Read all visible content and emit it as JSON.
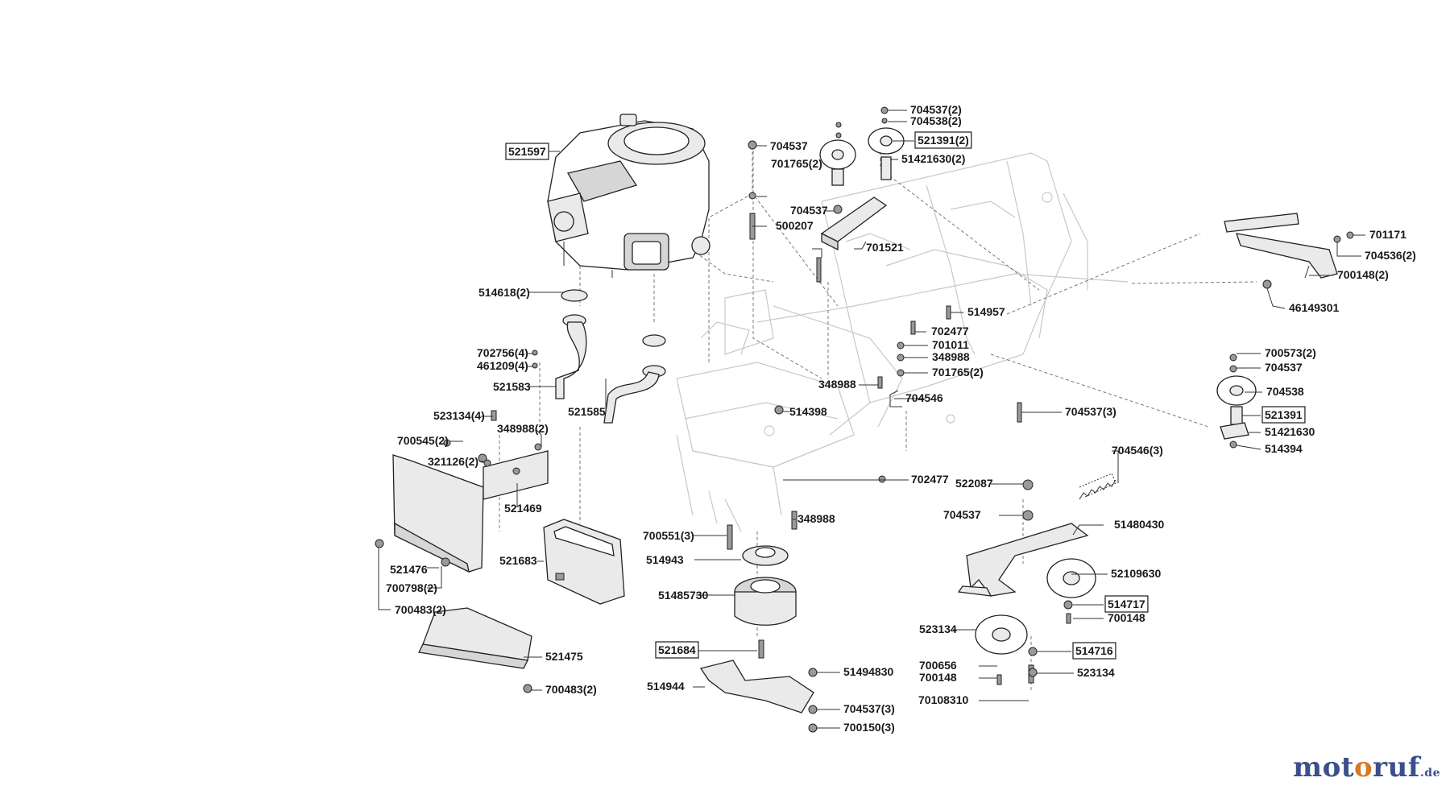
{
  "labels": [
    {
      "text": "521597",
      "boxed": true
    },
    {
      "text": "514618(2)"
    },
    {
      "text": "702756(4)"
    },
    {
      "text": "461209(4)"
    },
    {
      "text": "521583"
    },
    {
      "text": "521585"
    },
    {
      "text": "523134(4)"
    },
    {
      "text": "348988(2)"
    },
    {
      "text": "700545(2)"
    },
    {
      "text": "321126(2)"
    },
    {
      "text": "521469"
    },
    {
      "text": "521683"
    },
    {
      "text": "521476"
    },
    {
      "text": "700798(2)"
    },
    {
      "text": "700483(2)"
    },
    {
      "text": "521475"
    },
    {
      "text": "700483(2)"
    },
    {
      "text": "704537"
    },
    {
      "text": "704537(2)"
    },
    {
      "text": "704538(2)"
    },
    {
      "text": "521391(2)",
      "boxed": true
    },
    {
      "text": "51421630(2)"
    },
    {
      "text": "701765(2)"
    },
    {
      "text": "704537"
    },
    {
      "text": "500207"
    },
    {
      "text": "701521"
    },
    {
      "text": "514957"
    },
    {
      "text": "702477"
    },
    {
      "text": "701011"
    },
    {
      "text": "348988"
    },
    {
      "text": "701765(2)"
    },
    {
      "text": "348988"
    },
    {
      "text": "704546"
    },
    {
      "text": "514398"
    },
    {
      "text": "704537(3)"
    },
    {
      "text": "702477"
    },
    {
      "text": "348988"
    },
    {
      "text": "700551(3)"
    },
    {
      "text": "514943"
    },
    {
      "text": "51485730"
    },
    {
      "text": "521684",
      "boxed": true
    },
    {
      "text": "514944"
    },
    {
      "text": "51494830"
    },
    {
      "text": "704537(3)"
    },
    {
      "text": "700150(3)"
    },
    {
      "text": "704546(3)"
    },
    {
      "text": "522087"
    },
    {
      "text": "704537"
    },
    {
      "text": "51480430"
    },
    {
      "text": "52109630"
    },
    {
      "text": "514717",
      "boxed": true
    },
    {
      "text": "700148"
    },
    {
      "text": "523134"
    },
    {
      "text": "514716",
      "boxed": true
    },
    {
      "text": "700656"
    },
    {
      "text": "700148"
    },
    {
      "text": "523134"
    },
    {
      "text": "70108310"
    },
    {
      "text": "701171"
    },
    {
      "text": "704536(2)"
    },
    {
      "text": "700148(2)"
    },
    {
      "text": "46149301"
    },
    {
      "text": "700573(2)"
    },
    {
      "text": "704537"
    },
    {
      "text": "704538"
    },
    {
      "text": "521391",
      "boxed": true
    },
    {
      "text": "51421630"
    },
    {
      "text": "514394"
    },
    {
      "text": "701765"
    }
  ],
  "watermark": {
    "part1": "mot",
    "part2": "o",
    "part3": "ruf",
    "suffix": ".de"
  },
  "colors": {
    "watermark_blue": "#3a4f8c",
    "watermark_orange": "#d57a2a"
  }
}
